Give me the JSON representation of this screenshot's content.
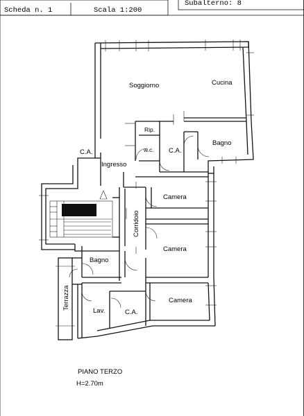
{
  "header": {
    "scheda": "Scheda n. 1",
    "scala": "Scala 1:200",
    "subalterno": "Subalterno: 8"
  },
  "rooms": {
    "soggiorno": "Soggiorno",
    "cucina": "Cucina",
    "rip": "Rip.",
    "wc": "w.c.",
    "ca_upper": "C.A.",
    "bagno_upper": "Bagno",
    "ca_left": "C.A.",
    "ingresso": "Ingresso",
    "camera_1": "Camera",
    "corridoio": "Corridoio",
    "camera_2": "Camera",
    "bagno_lower": "Bagno",
    "terrazza": "Terrazza",
    "camera_3": "Camera",
    "lav": "Lav.",
    "ca_lower": "C.A."
  },
  "footer": {
    "floor": "PIANO TERZO",
    "height": "H=2.70m"
  }
}
